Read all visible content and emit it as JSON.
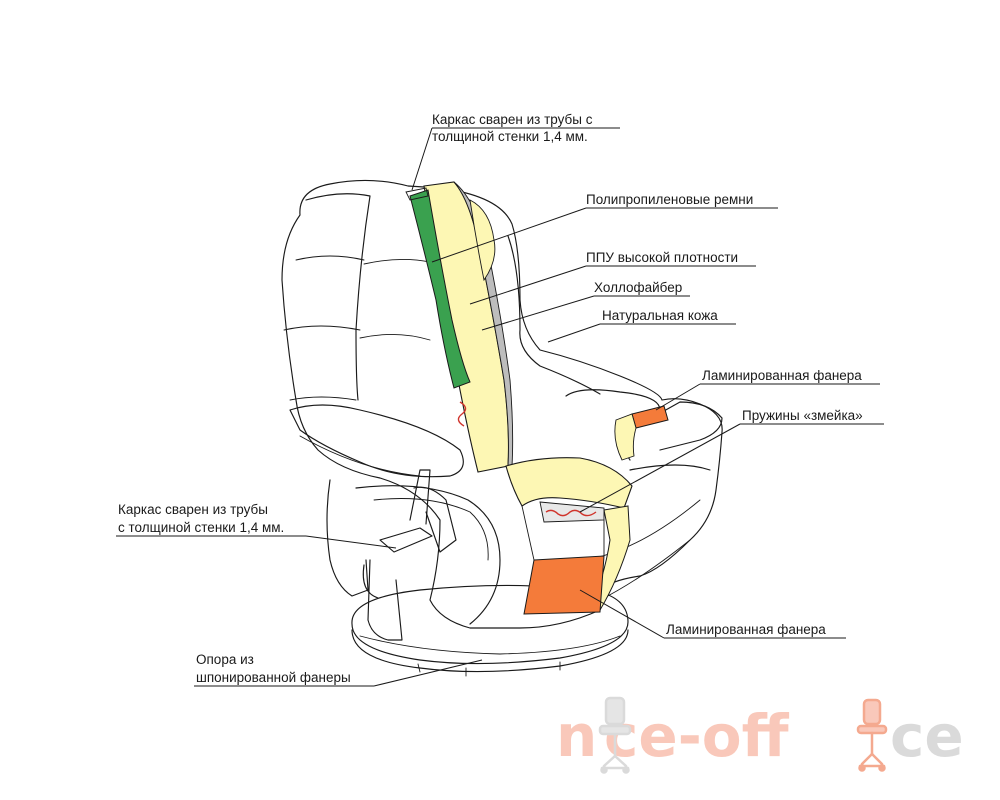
{
  "diagram": {
    "labels": {
      "frame_back_1": "Каркас сварен из трубы с",
      "frame_back_2": "толщиной стенки 1,4 мм.",
      "belts": "Полипропиленовые ремни",
      "foam": "ППУ высокой плотности",
      "hollofiber": "Холлофайбер",
      "leather": "Натуральная кожа",
      "plywood_arm": "Ламинированная фанера",
      "springs": "Пружины «змейка»",
      "frame_base_1": "Каркас сварен из трубы",
      "frame_base_2": "с толщиной стенки 1,4 мм.",
      "plywood_seat": "Ламинированная фанера",
      "support_1": "Опора из",
      "support_2": "шпонированной фанеры"
    },
    "colors": {
      "belts": "#3aa14f",
      "foam": "#fdf7b4",
      "plywood": "#f47b3a",
      "springs": "#d0342c",
      "outline": "#1a1a1a"
    }
  },
  "watermark": {
    "text": "nice-office",
    "color_light": "#f9c6b7",
    "color_dark": "#d9d9d9",
    "icon": "office-chair-icon"
  }
}
